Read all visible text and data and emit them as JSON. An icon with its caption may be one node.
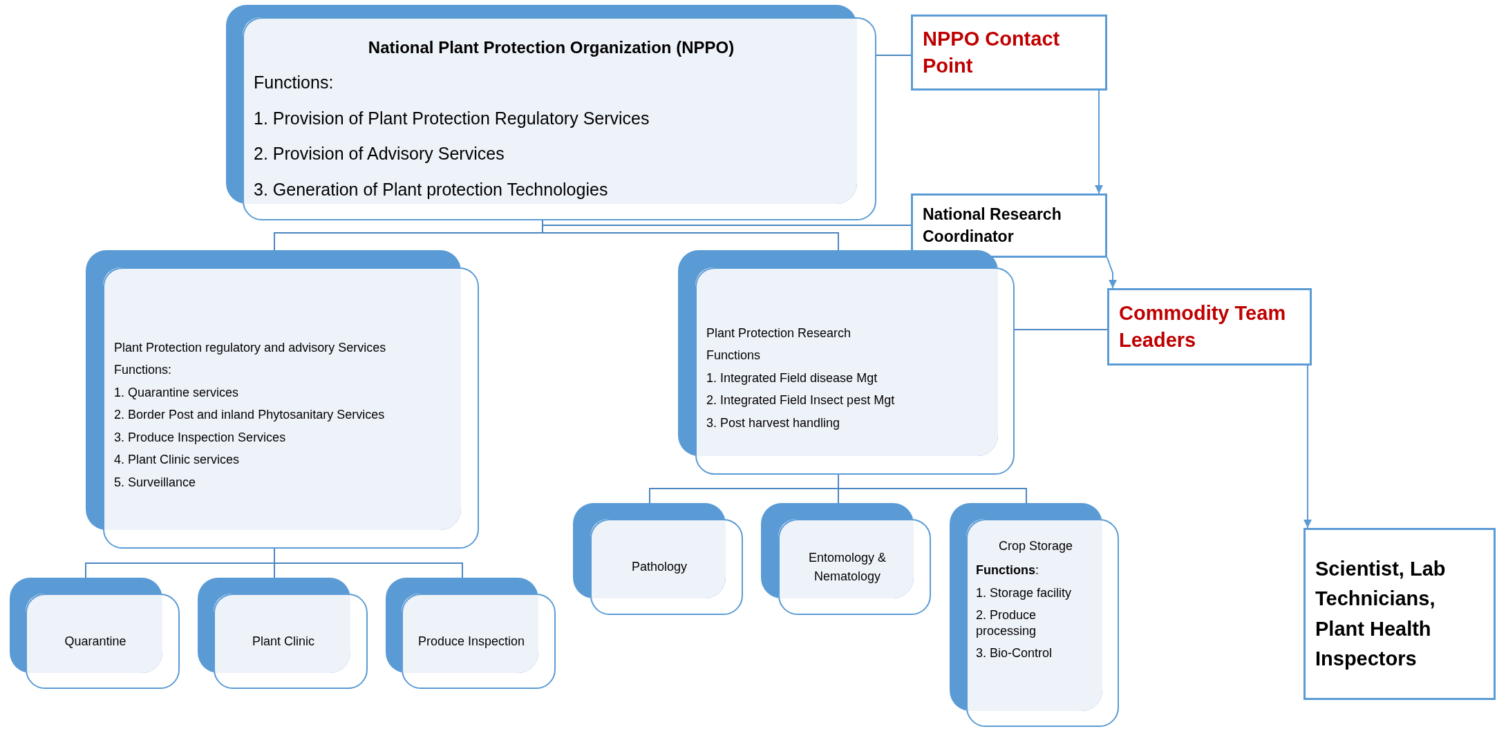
{
  "diagram": {
    "nodes": [
      {
        "text": [
          "National Plant Protection Organization (NPPO)",
          "Functions:",
          "1. Provision of Plant Protection Regulatory Services",
          "2. Provision of Advisory Services",
          "3. Generation of Plant protection Technologies"
        ]
      },
      {
        "text": [
          "NPPO Contact Point"
        ]
      },
      {
        "text": [
          "National Research Coordinator"
        ]
      },
      {
        "text": [
          "Commodity Team Leaders"
        ]
      },
      {
        "text": [
          "Scientist, Lab Technicians, Plant Health Inspectors"
        ]
      },
      {
        "text": [
          "Plant Protection regulatory and advisory Services",
          "Functions:",
          "1. Quarantine services",
          "2. Border Post and inland Phytosanitary Services",
          "3. Produce Inspection Services",
          "4. Plant Clinic services",
          "5. Surveillance"
        ]
      },
      {
        "text": [
          "Plant Protection Research",
          "Functions",
          "1. Integrated Field disease Mgt",
          "2. Integrated Field Insect pest Mgt",
          "3. Post harvest handling"
        ]
      },
      {
        "text": [
          "Quarantine"
        ]
      },
      {
        "text": [
          "Plant Clinic"
        ]
      },
      {
        "text": [
          "Produce Inspection"
        ]
      },
      {
        "text": [
          "Pathology"
        ]
      },
      {
        "text": [
          "Entomology & Nematology"
        ]
      },
      {
        "text": [
          "Crop Storage",
          "**Functions**:",
          "1. Storage facility",
          "2. Produce processing",
          "3. Bio-Control"
        ]
      }
    ],
    "edges": [
      {
        "from": 0,
        "to": 1,
        "arrow": "none"
      },
      {
        "from": 1,
        "to": 2,
        "arrow": "to"
      },
      {
        "from": 0,
        "to": 2,
        "arrow": "none"
      },
      {
        "from": 2,
        "to": 3,
        "arrow": "to"
      },
      {
        "from": 3,
        "to": 4,
        "arrow": "to"
      },
      {
        "from": 0,
        "to": 5,
        "arrow": "none"
      },
      {
        "from": 0,
        "to": 6,
        "arrow": "none"
      },
      {
        "from": 6,
        "to": 3,
        "arrow": "none"
      },
      {
        "from": 5,
        "to": 7,
        "arrow": "none"
      },
      {
        "from": 5,
        "to": 8,
        "arrow": "none"
      },
      {
        "from": 5,
        "to": 9,
        "arrow": "none"
      },
      {
        "from": 6,
        "to": 10,
        "arrow": "none"
      },
      {
        "from": 6,
        "to": 11,
        "arrow": "none"
      },
      {
        "from": 6,
        "to": 12,
        "arrow": "none"
      }
    ]
  }
}
